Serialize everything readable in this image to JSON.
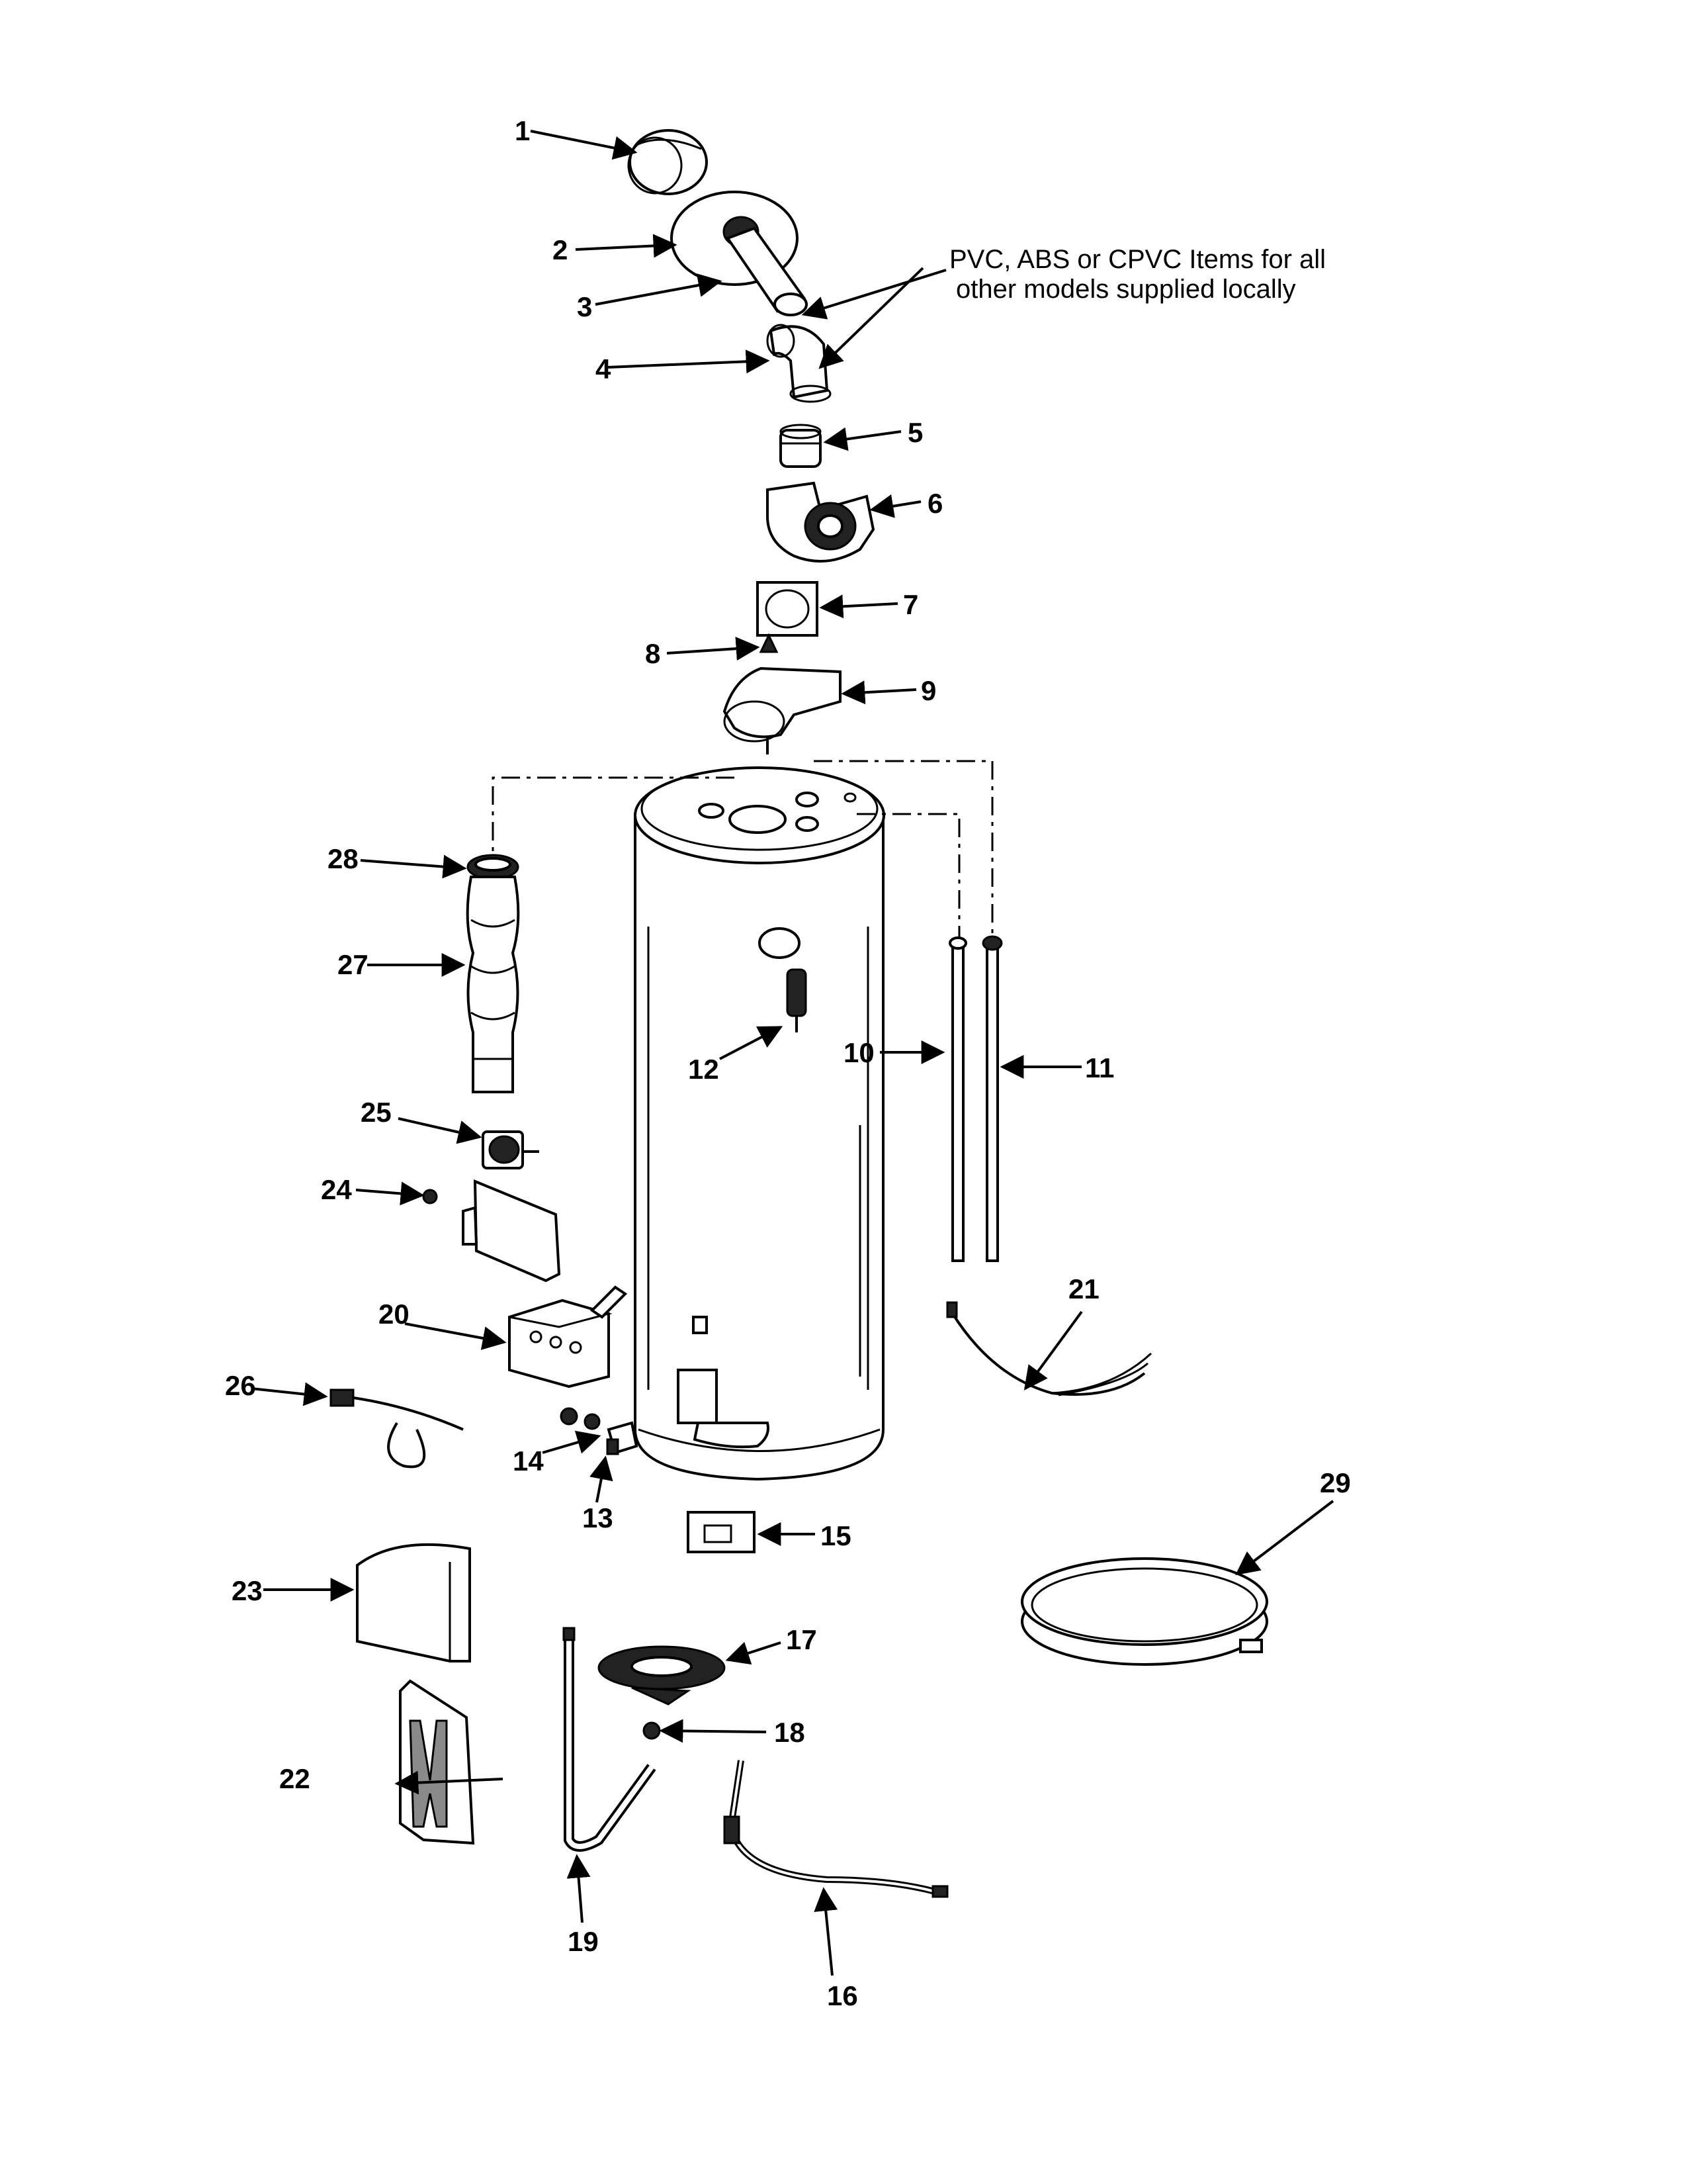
{
  "note": {
    "line1": "PVC, ABS or CPVC Items for all",
    "line2": "other models supplied locally"
  },
  "labels": {
    "p1": "1",
    "p2": "2",
    "p3": "3",
    "p4": "4",
    "p5": "5",
    "p6": "6",
    "p7": "7",
    "p8": "8",
    "p9": "9",
    "p10": "10",
    "p11": "11",
    "p12": "12",
    "p13": "13",
    "p14": "14",
    "p15": "15",
    "p16": "16",
    "p17": "17",
    "p18": "18",
    "p19": "19",
    "p20": "20",
    "p21": "21",
    "p22": "22",
    "p23": "23",
    "p24": "24",
    "p25": "25",
    "p26": "26",
    "p27": "27",
    "p28": "28",
    "p29": "29"
  }
}
